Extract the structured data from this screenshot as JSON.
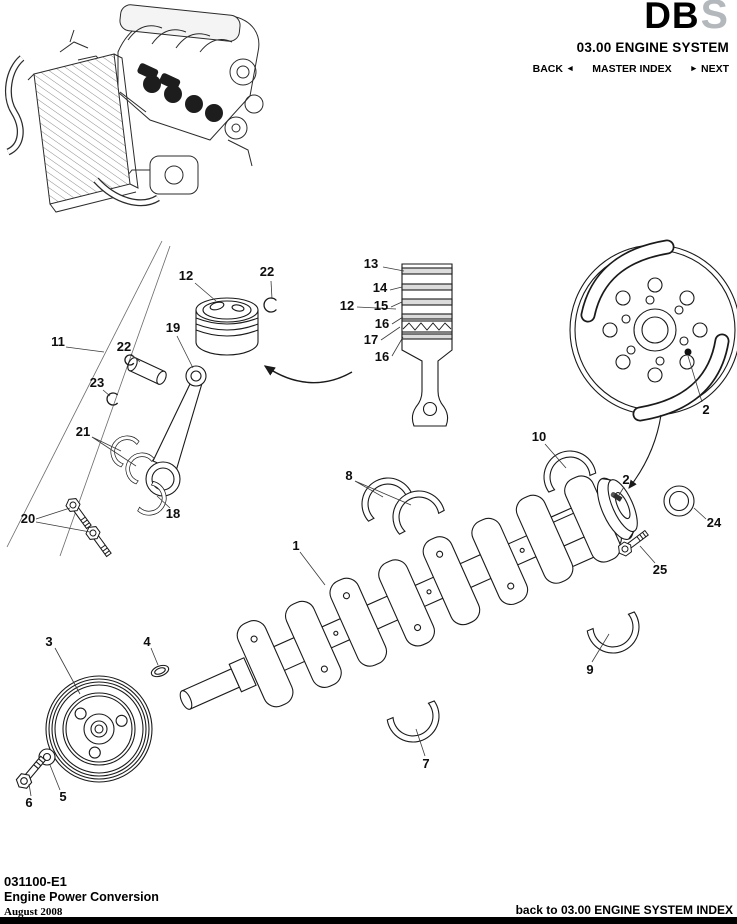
{
  "header": {
    "logo_db": "DB",
    "logo_s": "S",
    "system_title": "03.00 ENGINE SYSTEM",
    "nav": {
      "back": "BACK",
      "back_arrow": "◄",
      "master_index": "MASTER INDEX",
      "next_arrow": "►",
      "next": "NEXT"
    }
  },
  "diagram": {
    "callouts": [
      "13",
      "22",
      "12",
      "14",
      "12",
      "15",
      "16",
      "17",
      "16",
      "19",
      "11",
      "22",
      "23",
      "21",
      "10",
      "2",
      "8",
      "2",
      "24",
      "18",
      "20",
      "25",
      "1",
      "9",
      "3",
      "4",
      "7",
      "5",
      "6"
    ]
  },
  "footer": {
    "doc_number": "031100-E1",
    "doc_title": "Engine Power Conversion",
    "date": "August 2008",
    "back_link": "back to 03.00 ENGINE SYSTEM INDEX"
  },
  "colors": {
    "ink": "#000000",
    "line": "#1a1a1a"
  }
}
